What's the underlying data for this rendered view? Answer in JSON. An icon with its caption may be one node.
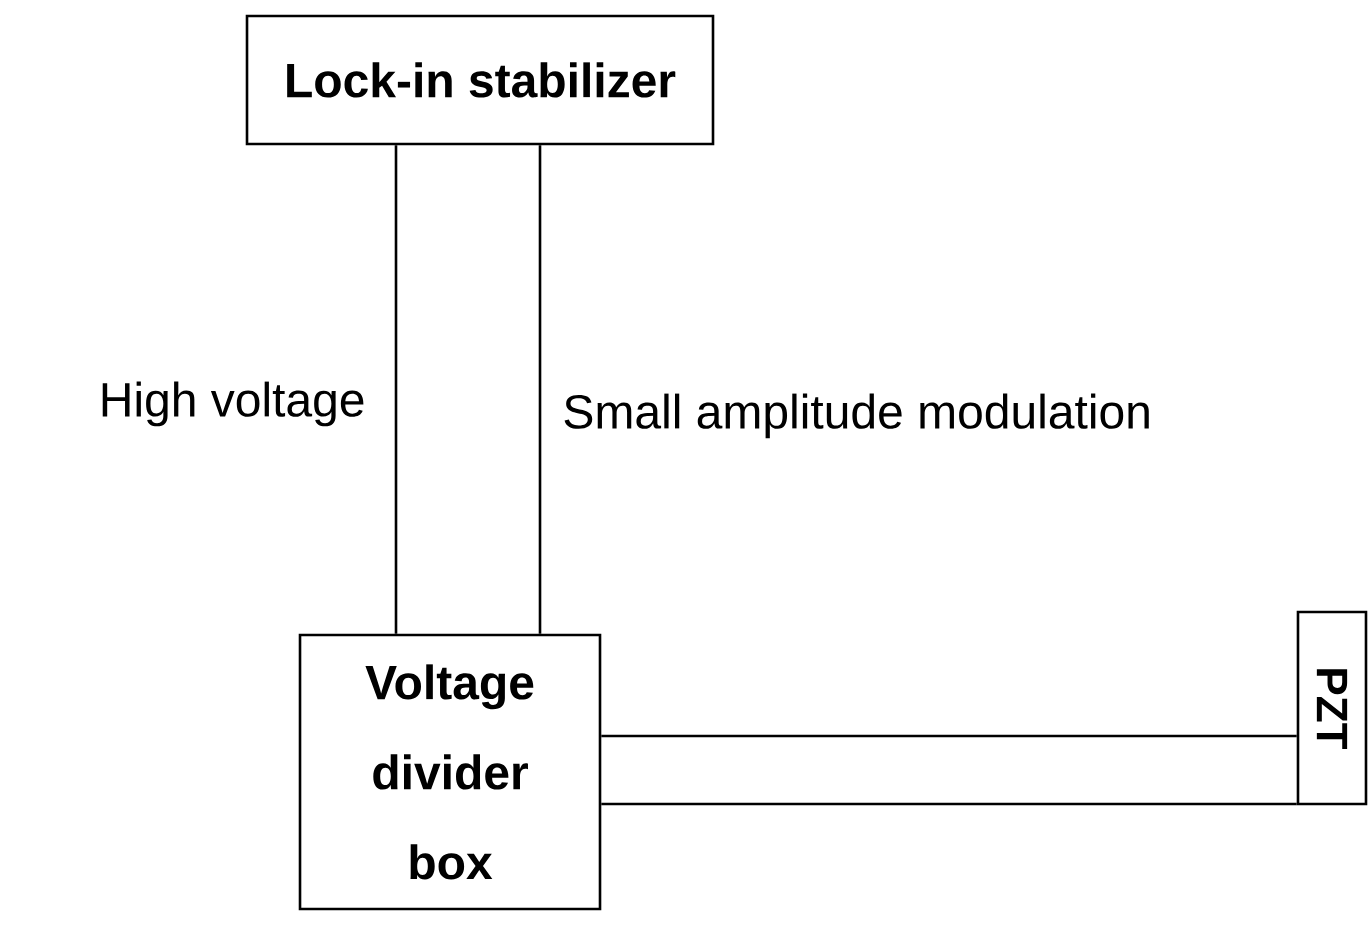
{
  "diagram": {
    "nodes": [
      {
        "text": [
          "Lock-in stabilizer"
        ]
      },
      {
        "text": [
          "Voltage divider box"
        ]
      },
      {
        "text": [
          "PZT"
        ]
      }
    ],
    "edges": [
      {
        "from": 0,
        "to": 1,
        "arrow": "none",
        "label": "High voltage"
      },
      {
        "from": 0,
        "to": 1,
        "arrow": "none",
        "label": "Small amplitude modulation"
      },
      {
        "from": 1,
        "to": 2,
        "arrow": "none"
      },
      {
        "from": 1,
        "to": 2,
        "arrow": "none"
      }
    ]
  }
}
